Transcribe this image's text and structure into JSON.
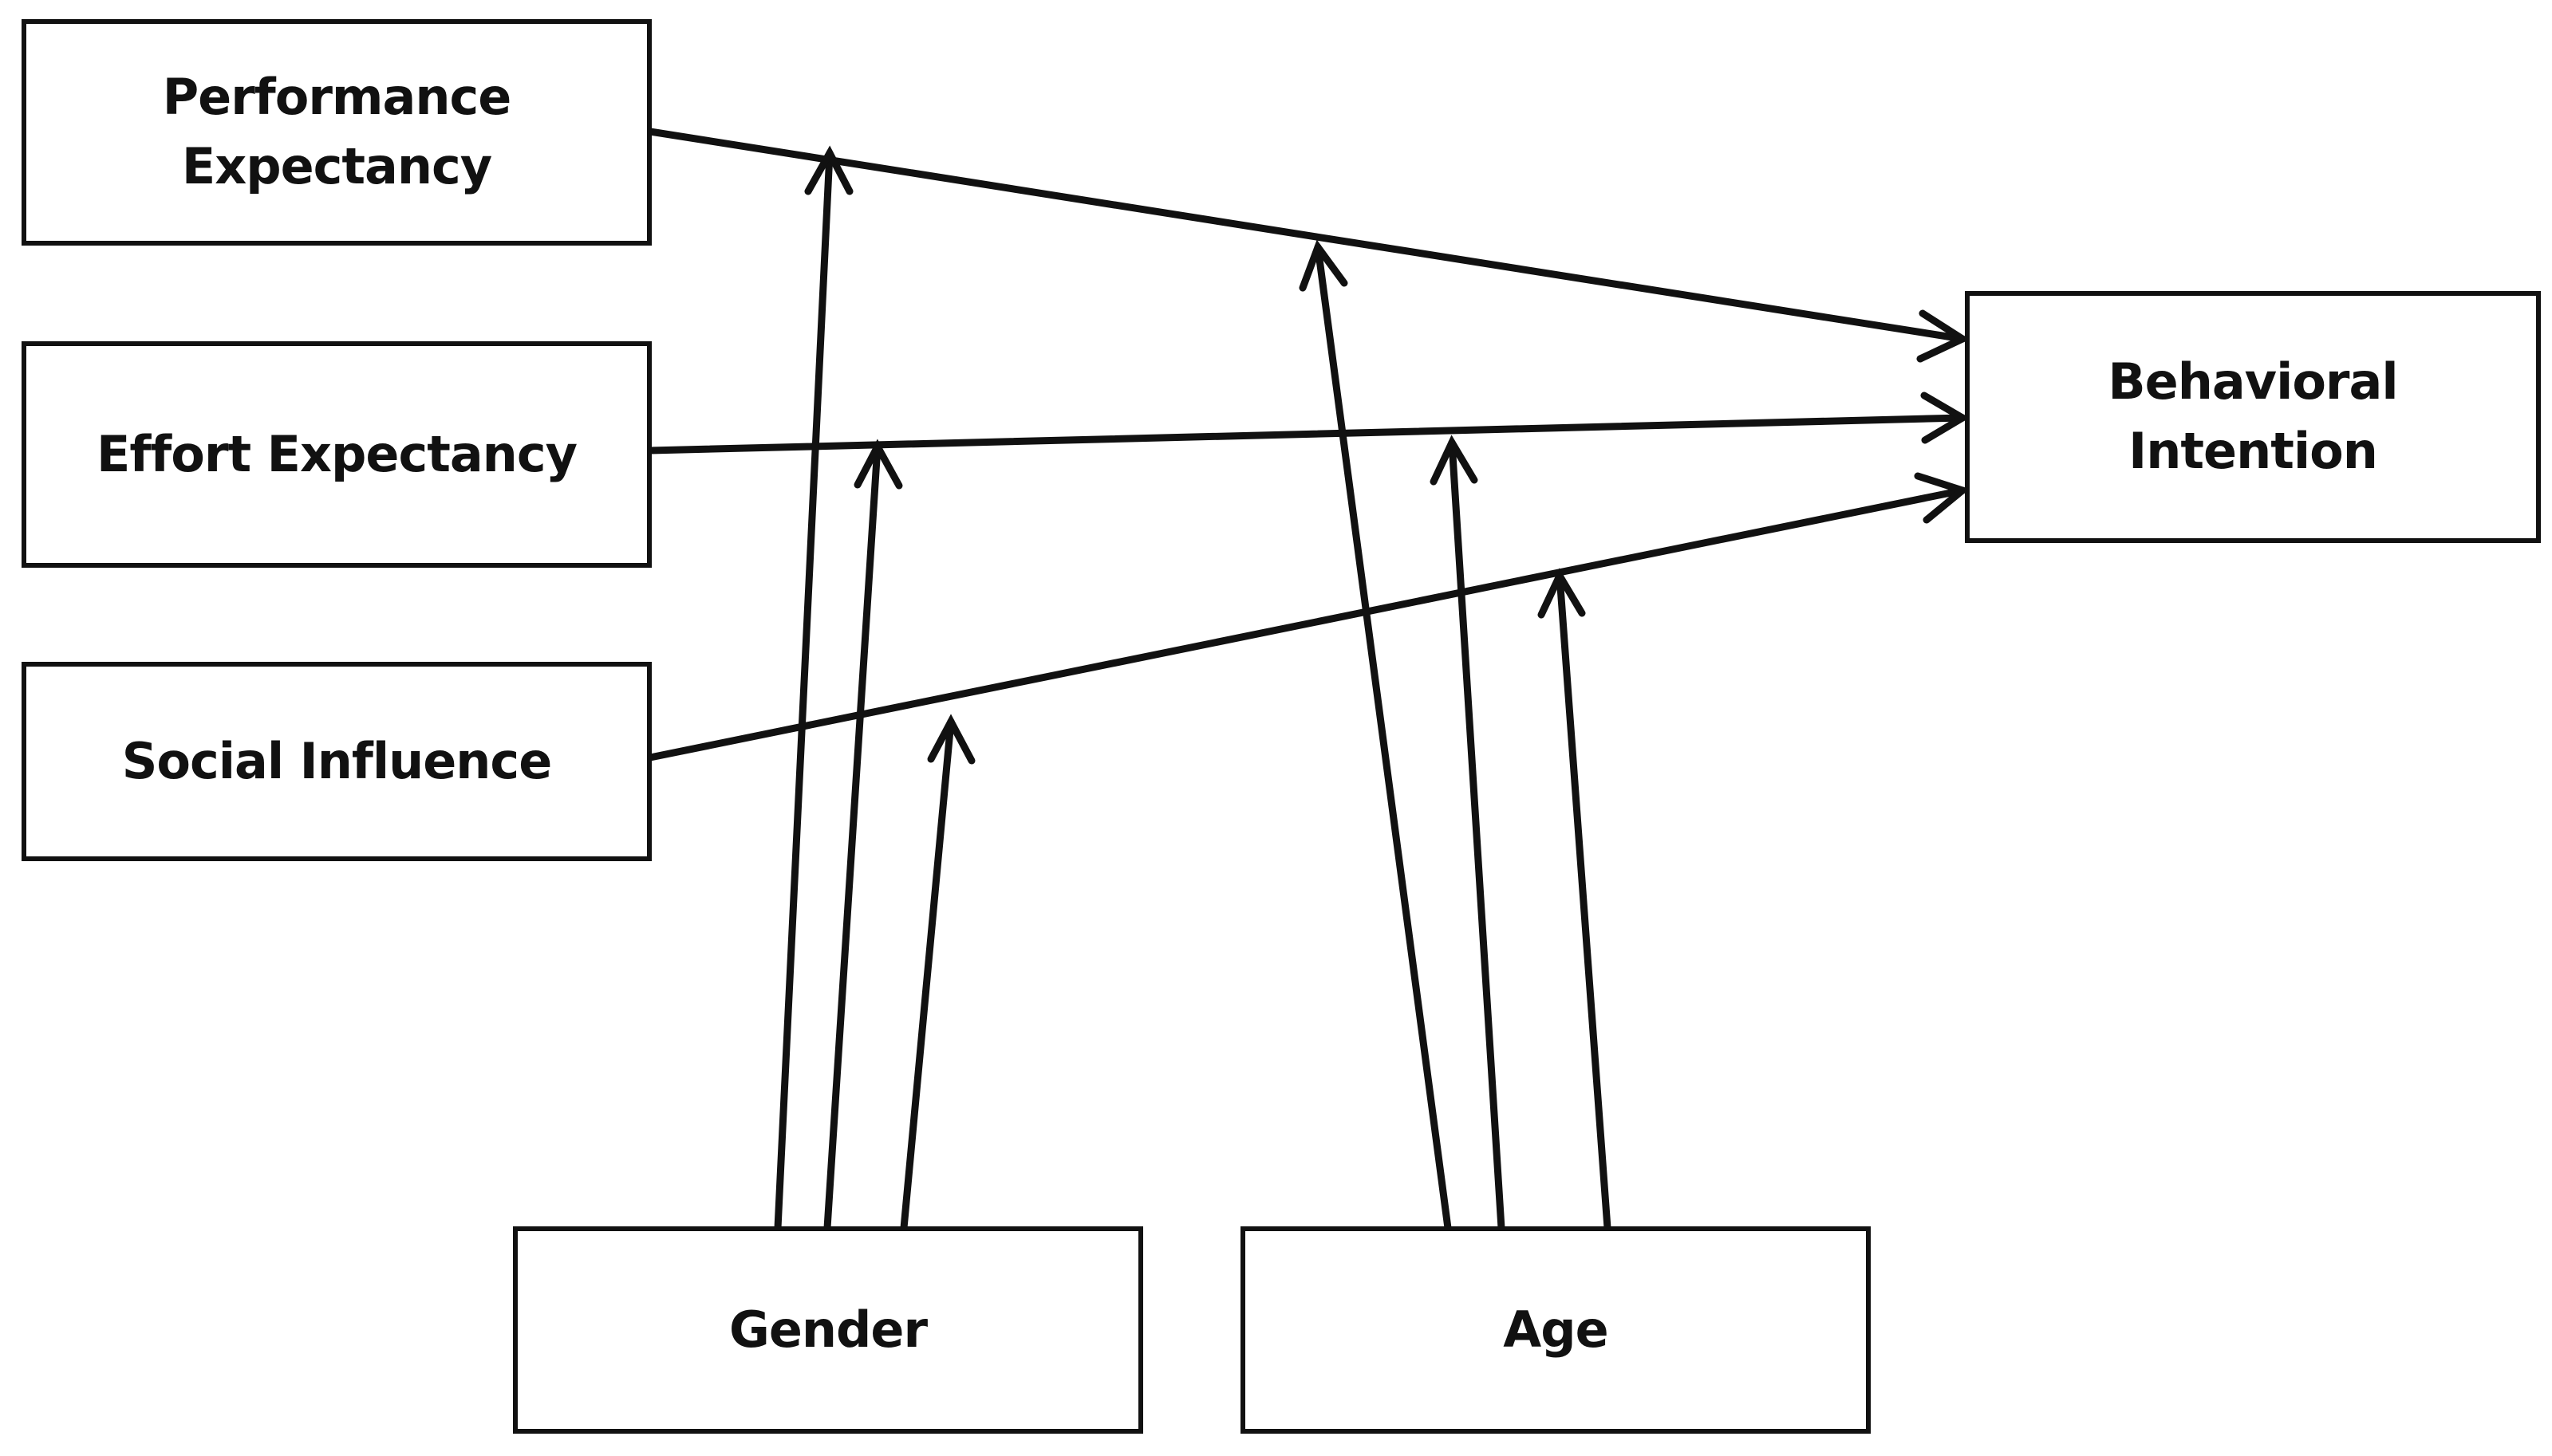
{
  "nodes": {
    "performance_expectancy": "Performance\nExpectancy",
    "effort_expectancy": "Effort Expectancy",
    "social_influence": "Social Influence",
    "behavioral_intention": "Behavioral\nIntention",
    "gender": "Gender",
    "age": "Age"
  },
  "edges": [
    {
      "from": "performance_expectancy",
      "to": "behavioral_intention"
    },
    {
      "from": "effort_expectancy",
      "to": "behavioral_intention"
    },
    {
      "from": "social_influence",
      "to": "behavioral_intention"
    }
  ],
  "moderations": [
    {
      "from": "gender",
      "on": "performance_expectancy->behavioral_intention"
    },
    {
      "from": "gender",
      "on": "effort_expectancy->behavioral_intention"
    },
    {
      "from": "gender",
      "on": "social_influence->behavioral_intention"
    },
    {
      "from": "age",
      "on": "performance_expectancy->behavioral_intention"
    },
    {
      "from": "age",
      "on": "effort_expectancy->behavioral_intention"
    },
    {
      "from": "age",
      "on": "social_influence->behavioral_intention"
    }
  ],
  "colors": {
    "stroke": "#111111",
    "background": "#ffffff"
  }
}
